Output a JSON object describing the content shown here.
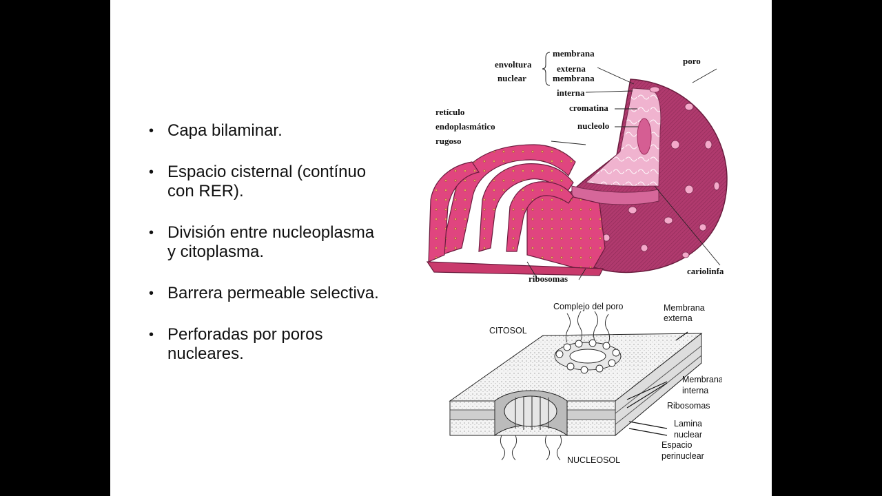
{
  "bullets": [
    {
      "lines": [
        "Capa bilaminar."
      ]
    },
    {
      "lines": [
        "Espacio cisternal (contínuo",
        "con RER)."
      ]
    },
    {
      "lines": [
        "División entre nucleoplasma",
        "y citoplasma."
      ]
    },
    {
      "lines": [
        "Barrera permeable selectiva."
      ]
    },
    {
      "lines": [
        "Perforadas por poros",
        "nucleares."
      ]
    }
  ],
  "top_figure": {
    "envoltura": "envoltura",
    "nuclear": "nuclear",
    "membrana_externa_1": "membrana",
    "membrana_externa_2": "externa",
    "membrana_interna_1": "membrana",
    "membrana_interna_2": "interna",
    "poro": "poro",
    "cromatina": "cromatina",
    "nucleolo": "nucleolo",
    "reticulo_1": "retículo",
    "reticulo_2": "endoplasmático",
    "reticulo_3": "rugoso",
    "ribosomas": "ribosomas",
    "cariolinfa": "cariolinfa"
  },
  "bottom_figure": {
    "complejo_poro": "Complejo del poro",
    "membrana_externa_1": "Membrana",
    "membrana_externa_2": "externa",
    "citosol": "CITOSOL",
    "membrana_interna_1": "Membrana",
    "membrana_interna_2": "interna",
    "ribosomas": "Ribosomas",
    "lamina_1": "Lamina",
    "lamina_2": "nuclear",
    "espacio_1": "Espacio",
    "espacio_2": "perinuclear",
    "nucleosol": "NUCLEOSOL"
  },
  "colors": {
    "nucleus": "#b03a6e",
    "rer": "#e0457f",
    "nucleoplasm": "#f0b3cf",
    "nucleolus": "#d55e93",
    "membrane_gray": "#e6e6e6"
  }
}
